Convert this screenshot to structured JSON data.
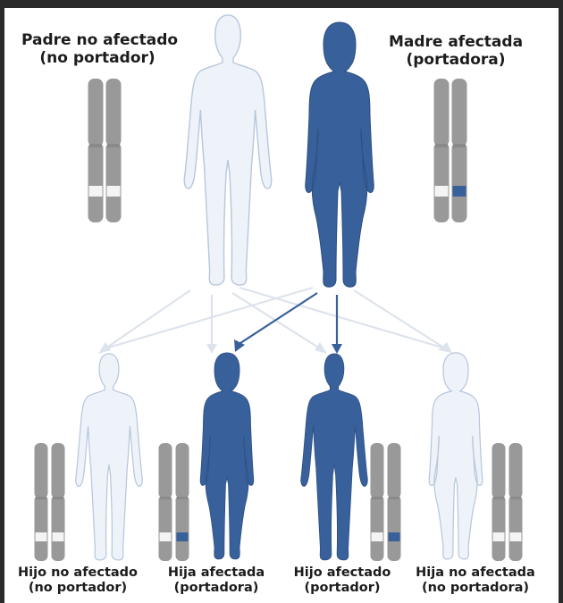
{
  "colors": {
    "affected": "#38609a",
    "affected_dark": "#2c4f82",
    "unaffected_fill": "#eef3fa",
    "unaffected_stroke": "#b8c7dc",
    "chromosome": "#999999",
    "chromosome_dark": "#8a8a8a",
    "gene_normal": "#f4f4f4",
    "gene_mutant": "#38609a",
    "arrow_light": "#dde3ec",
    "arrow_dark": "#38609a"
  },
  "parents": {
    "father": {
      "line1": "Padre no afectado",
      "line2": "(no portador)"
    },
    "mother": {
      "line1": "Madre afectada",
      "line2": "(portadora)"
    }
  },
  "children": [
    {
      "line1": "Hijo no afectado",
      "line2": "(no portador)"
    },
    {
      "line1": "Hija afectada",
      "line2": "(portadora)"
    },
    {
      "line1": "Hijo afectado",
      "line2": "(portador)"
    },
    {
      "line1": "Hija no afectada",
      "line2": "(no portadora)"
    }
  ]
}
